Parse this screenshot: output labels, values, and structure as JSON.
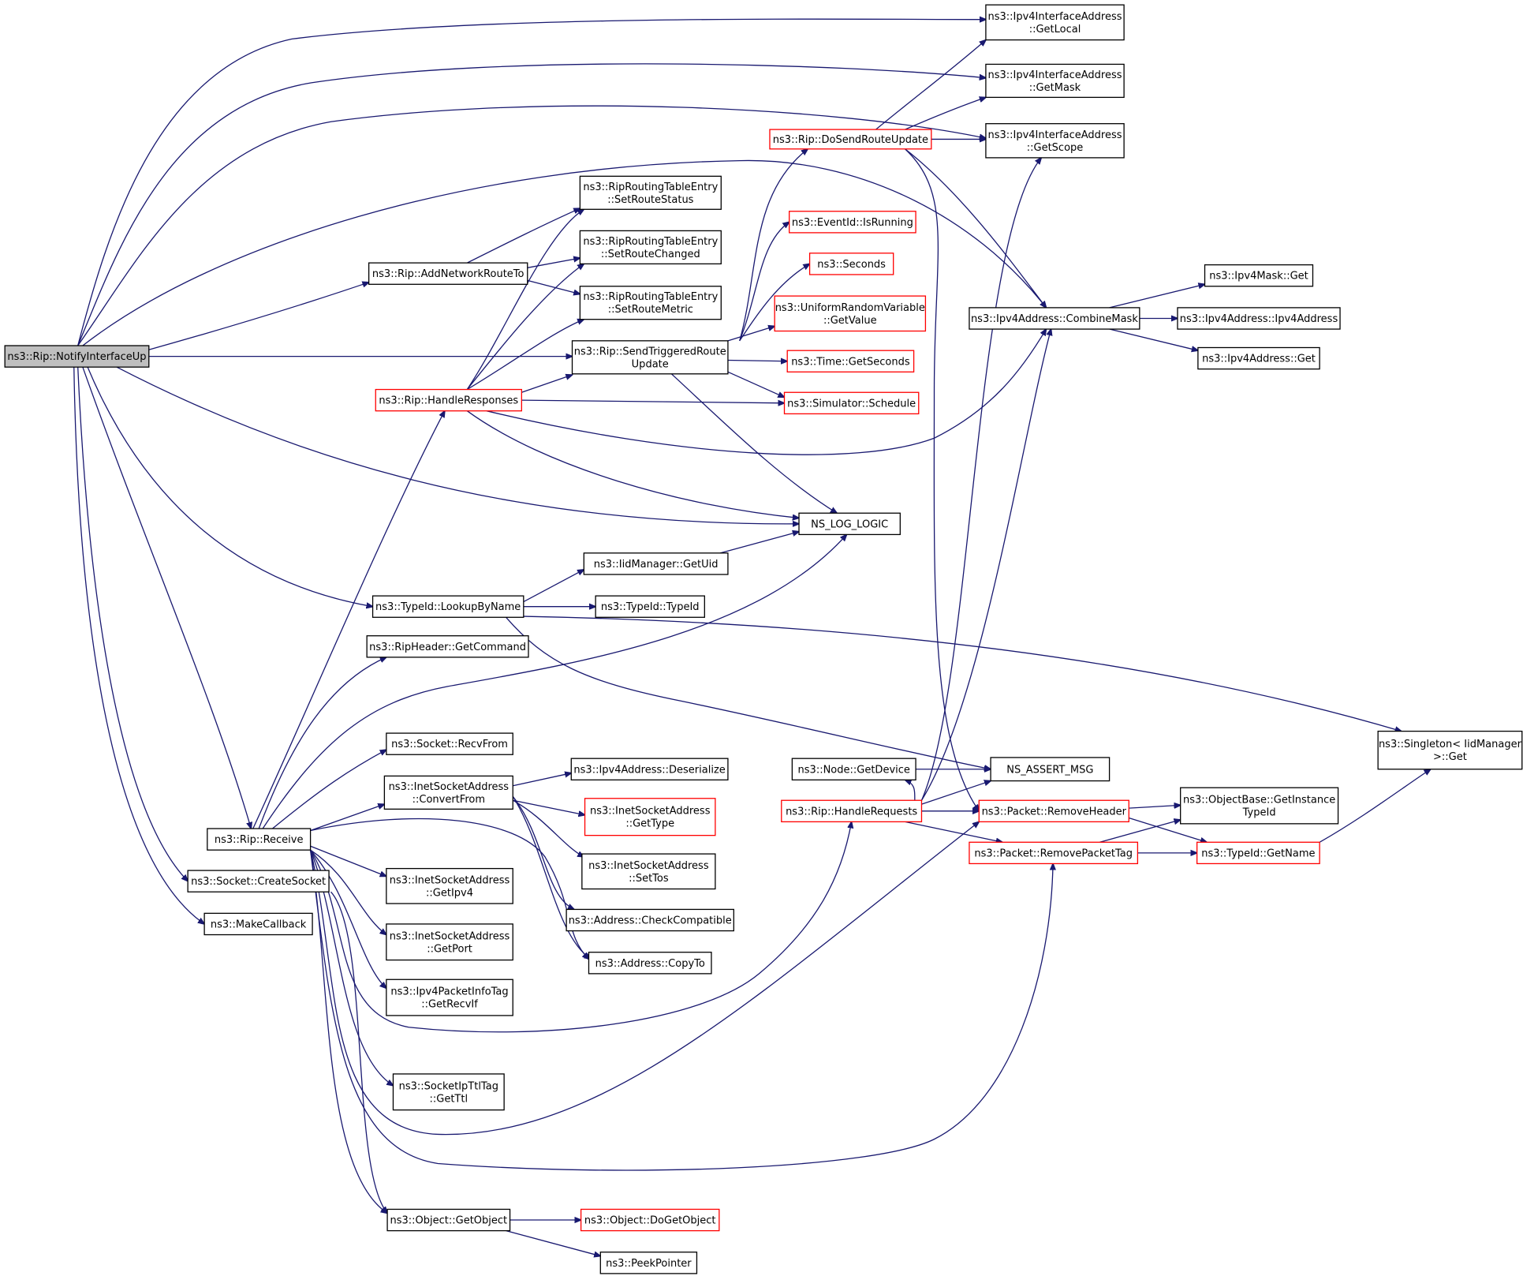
{
  "diagram": {
    "type": "call-graph",
    "colors": {
      "edge": "#191970",
      "border": "#000000",
      "truncated_border": "#ff0000",
      "root_fill": "#bfbfbf"
    },
    "nodes": [
      {
        "id": "n_notify",
        "lines": [
          "ns3::Rip::NotifyInterfaceUp"
        ],
        "style": "root"
      },
      {
        "id": "n_getlocal",
        "lines": [
          "ns3::Ipv4InterfaceAddress",
          "::GetLocal"
        ],
        "style": "normal"
      },
      {
        "id": "n_getmask",
        "lines": [
          "ns3::Ipv4InterfaceAddress",
          "::GetMask"
        ],
        "style": "normal"
      },
      {
        "id": "n_getscope",
        "lines": [
          "ns3::Ipv4InterfaceAddress",
          "::GetScope"
        ],
        "style": "normal"
      },
      {
        "id": "n_dosend",
        "lines": [
          "ns3::Rip::DoSendRouteUpdate"
        ],
        "style": "truncated"
      },
      {
        "id": "n_setstatus",
        "lines": [
          "ns3::RipRoutingTableEntry",
          "::SetRouteStatus"
        ],
        "style": "normal"
      },
      {
        "id": "n_setchanged",
        "lines": [
          "ns3::RipRoutingTableEntry",
          "::SetRouteChanged"
        ],
        "style": "normal"
      },
      {
        "id": "n_setmetric",
        "lines": [
          "ns3::RipRoutingTableEntry",
          "::SetRouteMetric"
        ],
        "style": "normal"
      },
      {
        "id": "n_addnet",
        "lines": [
          "ns3::Rip::AddNetworkRouteTo"
        ],
        "style": "normal"
      },
      {
        "id": "n_isrunning",
        "lines": [
          "ns3::EventId::IsRunning"
        ],
        "style": "truncated"
      },
      {
        "id": "n_seconds",
        "lines": [
          "ns3::Seconds"
        ],
        "style": "truncated"
      },
      {
        "id": "n_getvalue",
        "lines": [
          "ns3::UniformRandomVariable",
          "::GetValue"
        ],
        "style": "truncated"
      },
      {
        "id": "n_sendtrig",
        "lines": [
          "ns3::Rip::SendTriggeredRoute",
          "Update"
        ],
        "style": "normal"
      },
      {
        "id": "n_getseconds",
        "lines": [
          "ns3::Time::GetSeconds"
        ],
        "style": "truncated"
      },
      {
        "id": "n_schedule",
        "lines": [
          "ns3::Simulator::Schedule"
        ],
        "style": "truncated"
      },
      {
        "id": "n_handleresp",
        "lines": [
          "ns3::Rip::HandleResponses"
        ],
        "style": "truncated"
      },
      {
        "id": "n_combinemask",
        "lines": [
          "ns3::Ipv4Address::CombineMask"
        ],
        "style": "normal"
      },
      {
        "id": "n_maskget",
        "lines": [
          "ns3::Ipv4Mask::Get"
        ],
        "style": "normal"
      },
      {
        "id": "n_ipv4ctor",
        "lines": [
          "ns3::Ipv4Address::Ipv4Address"
        ],
        "style": "normal"
      },
      {
        "id": "n_addrget",
        "lines": [
          "ns3::Ipv4Address::Get"
        ],
        "style": "normal"
      },
      {
        "id": "n_nslog",
        "lines": [
          "NS_LOG_LOGIC"
        ],
        "style": "normal"
      },
      {
        "id": "n_getuid",
        "lines": [
          "ns3::IidManager::GetUid"
        ],
        "style": "normal"
      },
      {
        "id": "n_lookup",
        "lines": [
          "ns3::TypeId::LookupByName"
        ],
        "style": "normal"
      },
      {
        "id": "n_typeid",
        "lines": [
          "ns3::TypeId::TypeId"
        ],
        "style": "normal"
      },
      {
        "id": "n_getcommand",
        "lines": [
          "ns3::RipHeader::GetCommand"
        ],
        "style": "normal"
      },
      {
        "id": "n_singleton",
        "lines": [
          "ns3::Singleton< IidManager",
          " >::Get"
        ],
        "style": "normal"
      },
      {
        "id": "n_recvfrom",
        "lines": [
          "ns3::Socket::RecvFrom"
        ],
        "style": "normal"
      },
      {
        "id": "n_convertfrom",
        "lines": [
          "ns3::InetSocketAddress",
          "::ConvertFrom"
        ],
        "style": "normal"
      },
      {
        "id": "n_deserialize",
        "lines": [
          "ns3::Ipv4Address::Deserialize"
        ],
        "style": "normal"
      },
      {
        "id": "n_gettype",
        "lines": [
          "ns3::InetSocketAddress",
          "::GetType"
        ],
        "style": "truncated"
      },
      {
        "id": "n_settos",
        "lines": [
          "ns3::InetSocketAddress",
          "::SetTos"
        ],
        "style": "normal"
      },
      {
        "id": "n_checkcompat",
        "lines": [
          "ns3::Address::CheckCompatible"
        ],
        "style": "normal"
      },
      {
        "id": "n_copyto",
        "lines": [
          "ns3::Address::CopyTo"
        ],
        "style": "normal"
      },
      {
        "id": "n_getdevice",
        "lines": [
          "ns3::Node::GetDevice"
        ],
        "style": "normal"
      },
      {
        "id": "n_handlereq",
        "lines": [
          "ns3::Rip::HandleRequests"
        ],
        "style": "truncated"
      },
      {
        "id": "n_assertmsg",
        "lines": [
          "NS_ASSERT_MSG"
        ],
        "style": "normal"
      },
      {
        "id": "n_removeheader",
        "lines": [
          "ns3::Packet::RemoveHeader"
        ],
        "style": "truncated"
      },
      {
        "id": "n_getinst",
        "lines": [
          "ns3::ObjectBase::GetInstance",
          "TypeId"
        ],
        "style": "normal"
      },
      {
        "id": "n_removetag",
        "lines": [
          "ns3::Packet::RemovePacketTag"
        ],
        "style": "truncated"
      },
      {
        "id": "n_getname",
        "lines": [
          "ns3::TypeId::GetName"
        ],
        "style": "truncated"
      },
      {
        "id": "n_receive",
        "lines": [
          "ns3::Rip::Receive"
        ],
        "style": "normal"
      },
      {
        "id": "n_createsock",
        "lines": [
          "ns3::Socket::CreateSocket"
        ],
        "style": "normal"
      },
      {
        "id": "n_makecb",
        "lines": [
          "ns3::MakeCallback"
        ],
        "style": "normal"
      },
      {
        "id": "n_getipv4",
        "lines": [
          "ns3::InetSocketAddress",
          "::GetIpv4"
        ],
        "style": "normal"
      },
      {
        "id": "n_getport",
        "lines": [
          "ns3::InetSocketAddress",
          "::GetPort"
        ],
        "style": "normal"
      },
      {
        "id": "n_getrecvif",
        "lines": [
          "ns3::Ipv4PacketInfoTag",
          "::GetRecvIf"
        ],
        "style": "normal"
      },
      {
        "id": "n_getttl",
        "lines": [
          "ns3::SocketIpTtlTag",
          "::GetTtl"
        ],
        "style": "normal"
      },
      {
        "id": "n_getobject",
        "lines": [
          "ns3::Object::GetObject"
        ],
        "style": "normal"
      },
      {
        "id": "n_dogetobject",
        "lines": [
          "ns3::Object::DoGetObject"
        ],
        "style": "truncated"
      },
      {
        "id": "n_peekptr",
        "lines": [
          "ns3::PeekPointer"
        ],
        "style": "normal"
      }
    ]
  }
}
